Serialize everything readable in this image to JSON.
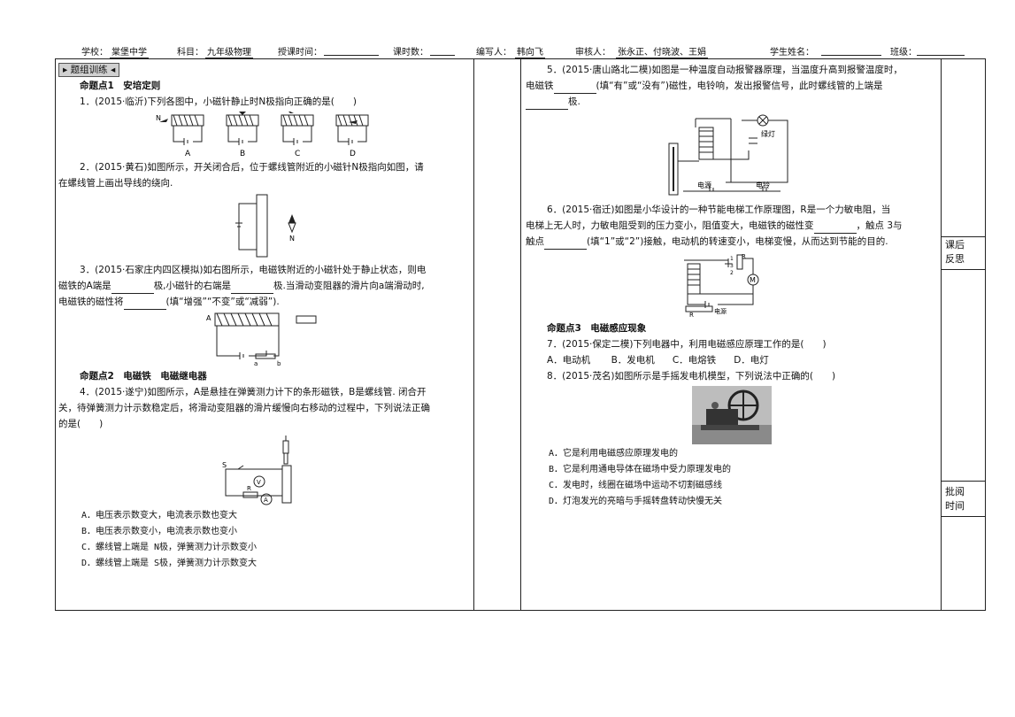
{
  "header": {
    "school_label": "学校：",
    "school_value": "棠堡中学",
    "subject_label": "科目：",
    "subject_value": "九年级物理",
    "teach_time_label": "授课时间：",
    "hours_label": "课时数：",
    "editor_label": "编写人：",
    "editor_value": "韩向飞",
    "reviewer_label": "审核人：",
    "reviewer_value": "张永正、付晓波、王娟",
    "student_label": "学生姓名：",
    "class_label": "班级："
  },
  "left": {
    "section_tag": "题组训练",
    "topic1": "命题点1　安培定则",
    "q1": "1．(2015·临沂)下列各图中，小磁针静止时N极指向正确的是(　　)",
    "q1_fig_labels": [
      "A",
      "B",
      "C",
      "D"
    ],
    "q1_fig_n": "N",
    "q2_line1": "2．(2015·黄石)如图所示，开关闭合后，位于螺线管附近的小磁针N极指向如图，请",
    "q2_line2": "在螺线管上画出导线的绕向.",
    "q2_fig_n": "N",
    "q3_line1": "3．(2015·石家庄内四区模拟)如右图所示，电磁铁附近的小磁针处于静止状态，则电",
    "q3_line2a": "磁铁的A端是",
    "q3_line2b": "极,小磁针的右端是",
    "q3_line2c": "极.当滑动变阻器的滑片向a端滑动时,",
    "q3_line3a": "电磁铁的磁性将",
    "q3_line3b": "(填“增强”“不变”或“减弱”).",
    "q3_fig_a": "A",
    "q3_fig_small_a": "a",
    "q3_fig_small_b": "b",
    "topic2": "命题点2　电磁铁　电磁继电器",
    "q4_line1": "4．(2015·遂宁)如图所示，A是悬挂在弹簧测力计下的条形磁铁，B是螺线管. 闭合开",
    "q4_line2": "关，待弹簧测力计示数稳定后，将滑动变阻器的滑片缓慢向右移动的过程中，下列说法正确",
    "q4_line3": "的是(　　)",
    "q4_fig_s": "S",
    "q4_fig_v": "V",
    "q4_fig_a": "A",
    "q4_fig_r": "R",
    "q4_options": [
      "A．电压表示数变大，电流表示数也变大",
      "B．电压表示数变小，电流表示数也变小",
      "C．螺线管上端是 N极，弹簧测力计示数变小",
      "D．螺线管上端是 S极，弹簧测力计示数变大"
    ]
  },
  "right": {
    "q5_line1": "5．(2015·唐山路北二模)如图是一种温度自动报警器原理，当温度升高到报警温度时，",
    "q5_line2a": "电磁铁",
    "q5_line2b": "(填“有”或“没有”)磁性，电铃响，发出报警信号，此时螺线管的上端是",
    "q5_line3": "极.",
    "q5_fig_green": "绿灯",
    "q5_fig_bell": "电铃",
    "q5_fig_power": "电源",
    "q6_line1": "6．(2015·宿迁)如图是小华设计的一种节能电梯工作原理图，R是一个力敏电阻，当",
    "q6_line2a": "电梯上无人时，力敏电阻受到的压力变小，阻值变大，电磁铁的磁性变",
    "q6_line2b": "，触点 3与",
    "q6_line3a": "触点",
    "q6_line3b": "(填“1”或“2”)接触，电动机的转速变小，电梯变慢，从而达到节能的目的.",
    "q6_fig_r1": "R",
    "q6_fig_m": "M",
    "q6_fig_power": "电源",
    "q6_fig_r": "R",
    "q6_fig_contacts": [
      "1",
      "3",
      "2"
    ],
    "topic3": "命题点3　电磁感应现象",
    "q7": "7．(2015·保定二模)下列电器中，利用电磁感应原理工作的是(　　)",
    "q7_options": [
      "A．电动机",
      "B．发电机",
      "C．电熔铁",
      "D．电灯"
    ],
    "q8": "8．(2015·茂名)如图所示是手摇发电机模型，下列说法中正确的(　　)",
    "q8_options": [
      "A．它是利用电磁感应原理发电的",
      "B．它是利用通电导体在磁场中受力原理发电的",
      "C．发电时，线圈在磁场中运动不切割磁感线",
      "D．灯泡发光的亮暗与手摇转盘转动快慢无关"
    ]
  },
  "side": {
    "reflection": [
      "课后",
      "反思"
    ],
    "review_time": [
      "批阅",
      "时间"
    ]
  }
}
